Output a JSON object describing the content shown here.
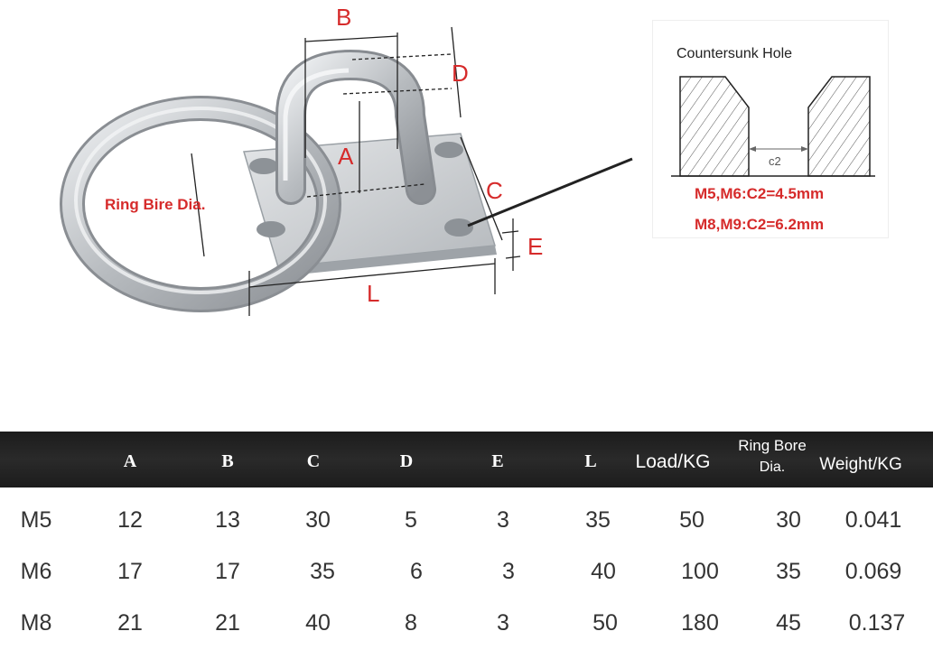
{
  "diagram": {
    "labels": {
      "A": "A",
      "B": "B",
      "C": "C",
      "D": "D",
      "E": "E",
      "L": "L",
      "ring": "Ring Bire Dia."
    }
  },
  "inset": {
    "title": "Countersunk Hole",
    "c2_label": "c2",
    "formula_1": "M5,M6:C2=4.5mm",
    "formula_2": "M8,M9:C2=6.2mm"
  },
  "table": {
    "headers": {
      "A": "A",
      "B": "B",
      "C": "C",
      "D": "D",
      "E": "E",
      "L": "L",
      "load": "Load/KG",
      "ring_bore_1": "Ring Bore",
      "ring_bore_2": "Dia.",
      "weight": "Weight/KG"
    },
    "rows": [
      {
        "model": "M5",
        "A": "12",
        "B": "13",
        "C": "30",
        "D": "5",
        "E": "3",
        "L": "35",
        "load": "50",
        "ring": "30",
        "weight": "0.041"
      },
      {
        "model": "M6",
        "A": "17",
        "B": "17",
        "C": "35",
        "D": "6",
        "E": "3",
        "L": "40",
        "load": "100",
        "ring": "35",
        "weight": "0.069"
      },
      {
        "model": "M8",
        "A": "21",
        "B": "21",
        "C": "40",
        "D": "8",
        "E": "3",
        "L": "50",
        "load": "180",
        "ring": "45",
        "weight": "0.137"
      }
    ]
  },
  "colors": {
    "label_red": "#d62b2b",
    "header_bg": "#1c1c1c",
    "steel": "#b8bcc0"
  }
}
